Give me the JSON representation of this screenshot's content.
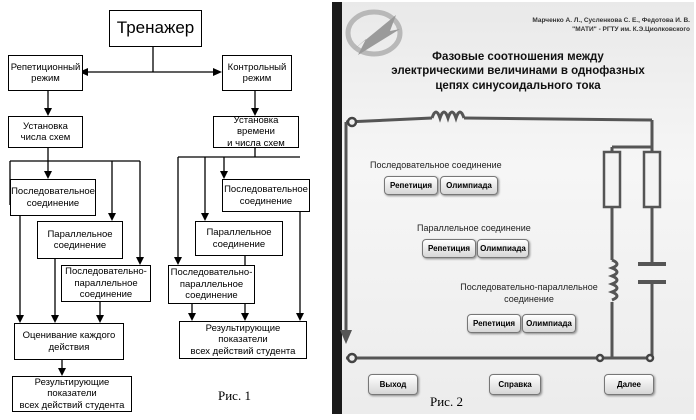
{
  "left": {
    "title": "Тренажер",
    "rep_mode": "Репетиционный\nрежим",
    "ctrl_mode": "Контрольный\nрежим",
    "set_count": "Установка\nчисла схем",
    "set_time": "Установка времени\nи числа схем",
    "serial_l": "Последовательное\nсоединение",
    "parallel_l": "Параллельное\nсоединение",
    "mixed_l": "Последовательно-\nпараллельное\nсоединение",
    "evaluate": "Оценивание каждого\nдействия",
    "result_l": "Результирующие показатели\nвсех действий студента",
    "serial_r": "Последовательное\nсоединение",
    "parallel_r": "Параллельное\nсоединение",
    "mixed_r": "Последовательно-\nпараллельное\nсоединение",
    "result_r": "Результирующие показатели\nвсех действий студента",
    "caption": "Рис. 1"
  },
  "right": {
    "authors_line1": "Марченко А. Л., Сусленкова С. Е., Федотова И. В.",
    "authors_line2": "\"МАТИ\" - РГТУ им.  К.Э.Циолковского",
    "title": "Фазовые соотношения между\nэлектрическими величинами в однофазных\nцепях синусоидального тока",
    "section1": "Последовательное соединение",
    "section2": "Параллельное соединение",
    "section3": "Последовательно-параллельное\nсоединение",
    "btn_rep": "Репетиция",
    "btn_olymp": "Олимпиада",
    "exit": "Выход",
    "help": "Справка",
    "next": "Далее",
    "caption": "Рис. 2"
  }
}
